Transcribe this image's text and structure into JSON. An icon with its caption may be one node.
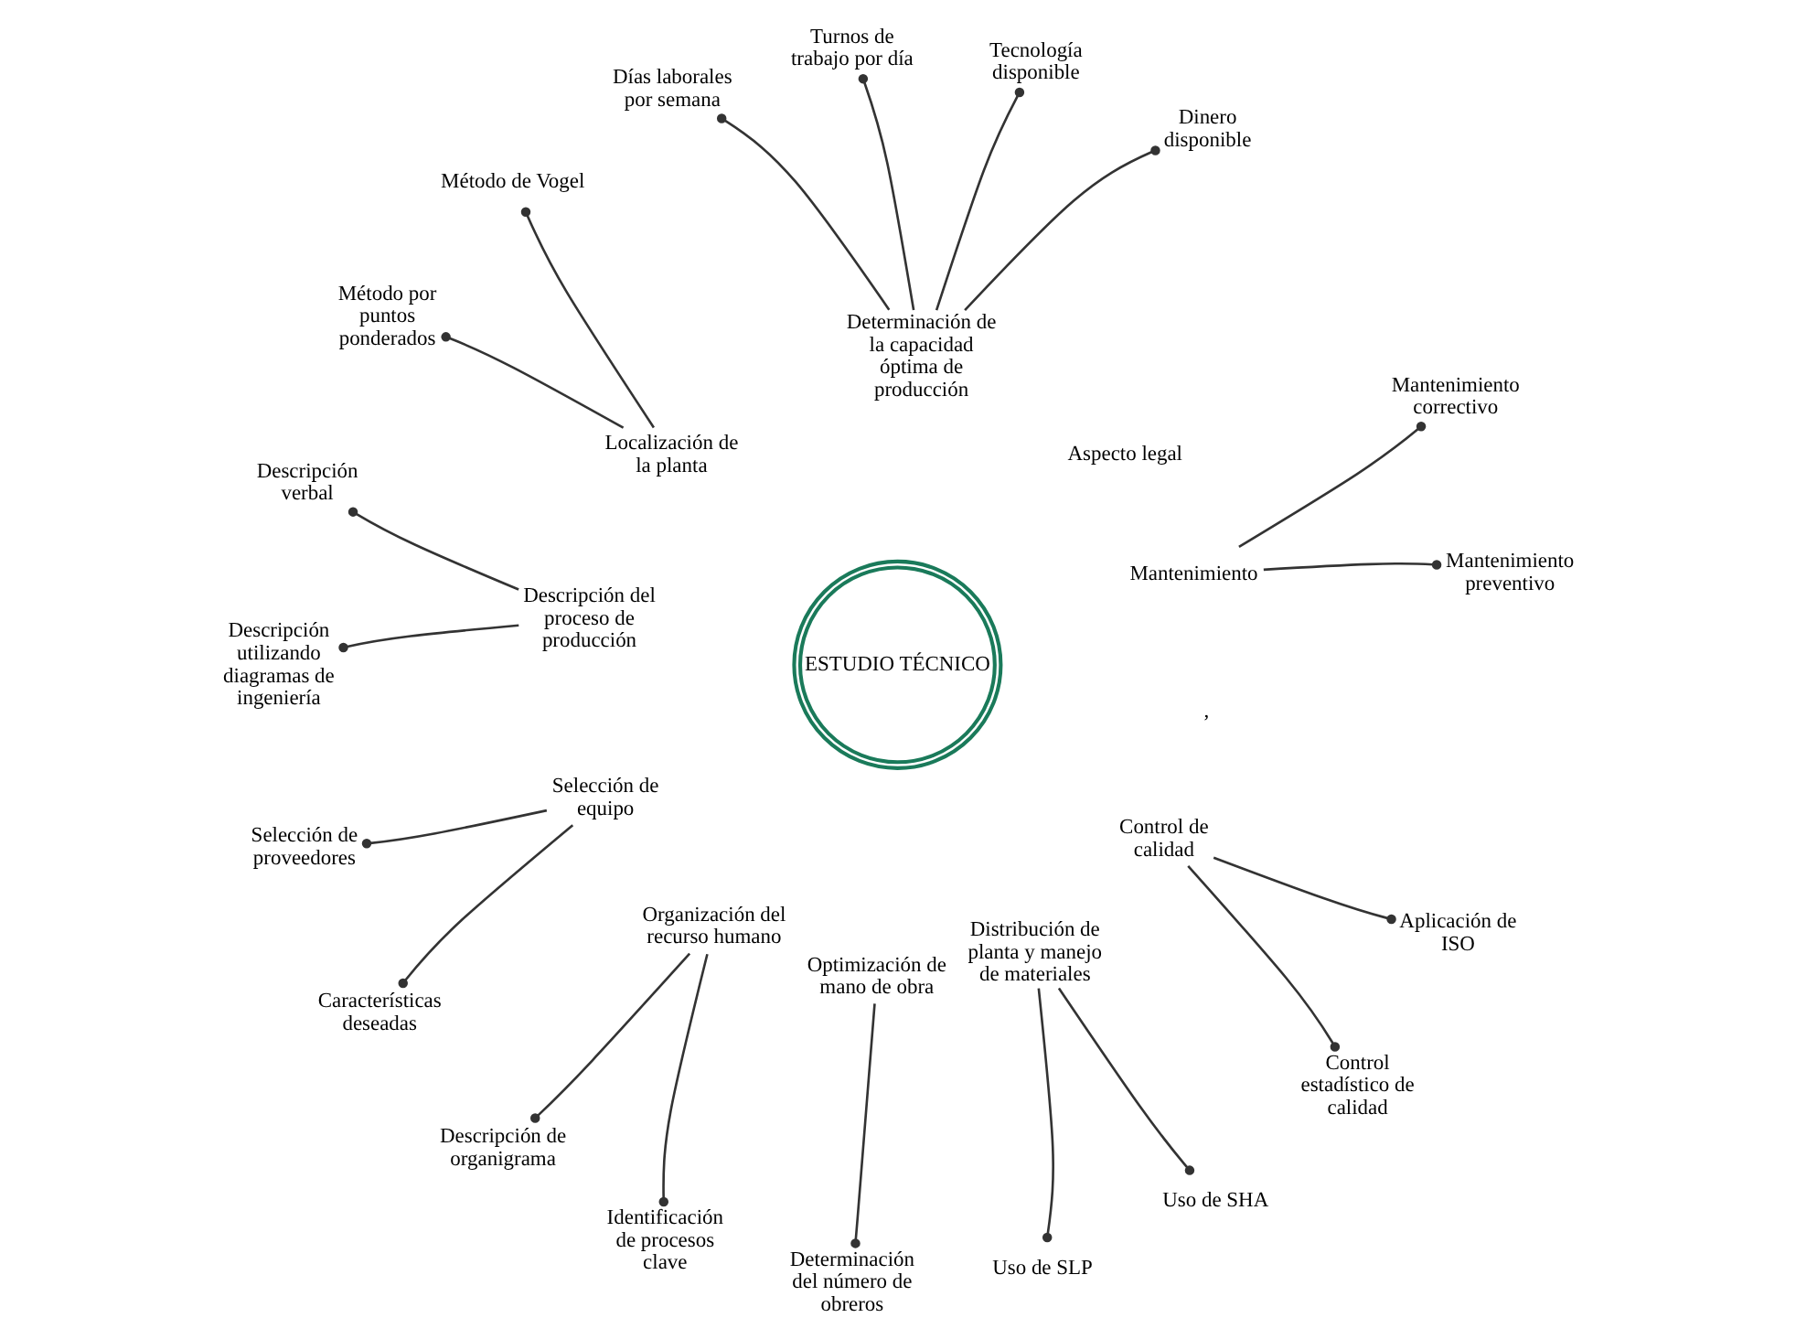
{
  "diagram": {
    "nodes": [
      {
        "text": [
          "Mantenimiento preventivo"
        ]
      },
      {
        "text": [
          "Mantenimiento correctivo"
        ]
      },
      {
        "text": [
          "Dinero disponible"
        ]
      },
      {
        "text": [
          "Tecnología disponible"
        ]
      },
      {
        "text": [
          "Método de Vogel"
        ]
      },
      {
        "text": [
          "Turnos de trabajo por día"
        ]
      },
      {
        "text": [
          "Mantenimiento"
        ]
      },
      {
        "text": [
          "Método por puntos ponderados"
        ]
      },
      {
        "text": [
          "Aspecto legal"
        ]
      },
      {
        "text": [
          "Determinación de la capacidad óptima de producción"
        ]
      },
      {
        "text": [
          "Días laborales por semana"
        ]
      },
      {
        "text": [
          "Localización de la planta"
        ]
      },
      {
        "text": [
          "Descripción verbal"
        ]
      },
      {
        "text": [
          "Selección de proveedores"
        ]
      },
      {
        "text": [
          "ESTUDIO TÉCNICO"
        ]
      },
      {
        "text": [
          "Descripción del proceso de producción"
        ]
      },
      {
        "text": [
          "Selección de equipo"
        ]
      },
      {
        "text": [
          "Descripción utilizando diagramas de ingeniería"
        ]
      },
      {
        "text": [
          "Características deseadas"
        ]
      },
      {
        "text": [
          "Organización del recurso humano"
        ]
      },
      {
        "text": [
          "Descripción de organigrama"
        ]
      },
      {
        "text": [
          "Optimización de mano de obra"
        ]
      },
      {
        "text": [
          "Distribución de planta y manejo de materiales"
        ]
      },
      {
        "text": [
          "Determinación del número de obreros"
        ]
      },
      {
        "text": [
          "Control de calidad"
        ]
      },
      {
        "text": [
          "Identificación de procesos clave"
        ]
      },
      {
        "text": [
          "Uso de SLP"
        ]
      },
      {
        "text": [
          "Control estadístico de calidad"
        ]
      },
      {
        "text": [
          "Uso de SHA"
        ]
      },
      {
        "text": [
          "Aplicación de ISO"
        ]
      }
    ],
    "edges": [
      {
        "from": 6,
        "to": 0,
        "arrow": "other"
      },
      {
        "from": 6,
        "to": 1,
        "arrow": "other"
      },
      {
        "from": 9,
        "to": 2,
        "arrow": "other"
      },
      {
        "from": 9,
        "to": 3,
        "arrow": "other"
      },
      {
        "from": 9,
        "to": 5,
        "arrow": "other"
      },
      {
        "from": 9,
        "to": 10,
        "arrow": "other"
      },
      {
        "from": 11,
        "to": 4,
        "arrow": "other"
      },
      {
        "from": 11,
        "to": 7,
        "arrow": "other"
      },
      {
        "from": 15,
        "to": 12,
        "arrow": "other"
      },
      {
        "from": 15,
        "to": 17,
        "arrow": "other"
      },
      {
        "from": 16,
        "to": 13,
        "arrow": "other"
      },
      {
        "from": 16,
        "to": 18,
        "arrow": "other"
      },
      {
        "from": 19,
        "to": 20,
        "arrow": "other"
      },
      {
        "from": 19,
        "to": 25,
        "arrow": "other"
      },
      {
        "from": 21,
        "to": 23,
        "arrow": "other"
      },
      {
        "from": 22,
        "to": 26,
        "arrow": "other"
      },
      {
        "from": 22,
        "to": 28,
        "arrow": "other"
      },
      {
        "from": 24,
        "to": 27,
        "arrow": "other"
      },
      {
        "from": 24,
        "to": 29,
        "arrow": "other"
      }
    ],
    "labels": [
      ","
    ]
  }
}
